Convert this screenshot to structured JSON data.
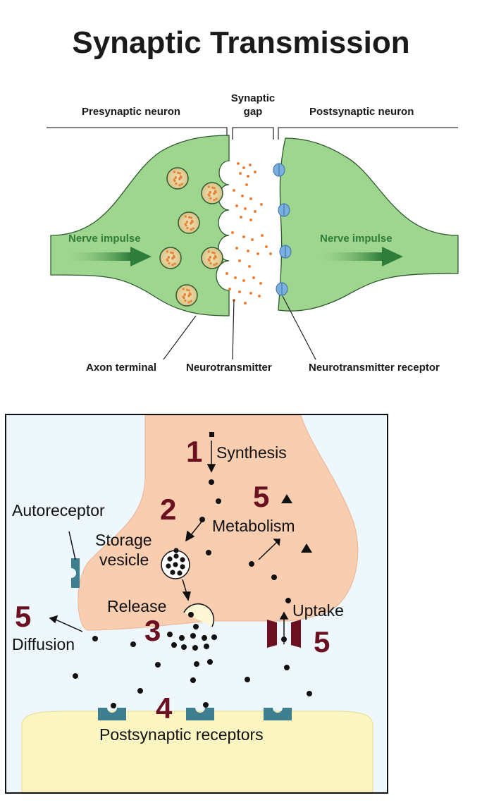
{
  "top_diagram": {
    "title": "Synaptic Transmission",
    "presynaptic_label": "Presynaptic neuron",
    "gap_label_line1": "Synaptic",
    "gap_label_line2": "gap",
    "postsynaptic_label": "Postsynaptic neuron",
    "impulse_left": "Nerve impulse",
    "impulse_right": "Nerve impulse",
    "axon_terminal": "Axon terminal",
    "neurotransmitter": "Neurotransmitter",
    "receptor": "Neurotransmitter receptor",
    "colors": {
      "neuron_fill": "#9fd68f",
      "impulse_text": "#2e7d3a",
      "vesicle_dot": "#e8823a",
      "receptor": "#7ab0e0"
    }
  },
  "bottom_diagram": {
    "steps": [
      {
        "number": "1",
        "label": "Synthesis"
      },
      {
        "number": "2",
        "label": "Storage"
      },
      {
        "number": "3",
        "label": "Release"
      },
      {
        "number": "4",
        "label": "Postsynaptic receptors"
      },
      {
        "number": "5",
        "label": "Metabolism"
      },
      {
        "number": "5",
        "label": "Diffusion"
      },
      {
        "number": "5",
        "label": "Uptake"
      }
    ],
    "storage_line2": "vesicle",
    "autoreceptor": "Autoreceptor",
    "colors": {
      "terminal_fill": "#f9cdb0",
      "post_fill": "#fbf5c2",
      "number_color": "#6b1020",
      "receptor": "#3e7f8f"
    }
  }
}
